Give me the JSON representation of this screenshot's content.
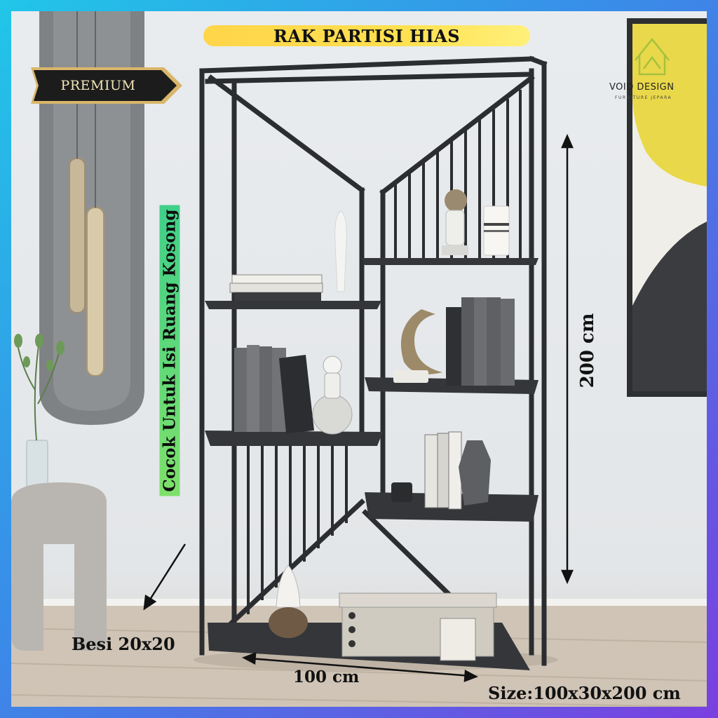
{
  "title": "RAK PARTISI HIAS",
  "badge": "PREMIUM",
  "brand": {
    "name": "VOID DESIGN",
    "tagline": "FURNITURE JEPARA"
  },
  "slogan": "Cocok Untuk Isi Ruang Kosong",
  "dimensions": {
    "height": "200 cm",
    "width": "100 cm",
    "material": "Besi 20x20",
    "size": "Size:100x30x200 cm"
  },
  "colors": {
    "frame_gradient_start": "#21c6e8",
    "frame_gradient_end": "#7a3fe0",
    "title_pill": "#ffd54a",
    "slogan_highlight": "#5fd87a",
    "badge_bg": "#1c1c1c",
    "badge_border": "#d9b66a",
    "shelf_metal": "#2b2d30",
    "wall_art_yellow": "#e9d84a"
  },
  "icons": [
    "house-logo-icon",
    "double-arrow-vertical-icon",
    "double-arrow-horizontal-icon",
    "pointer-arrow-icon"
  ]
}
